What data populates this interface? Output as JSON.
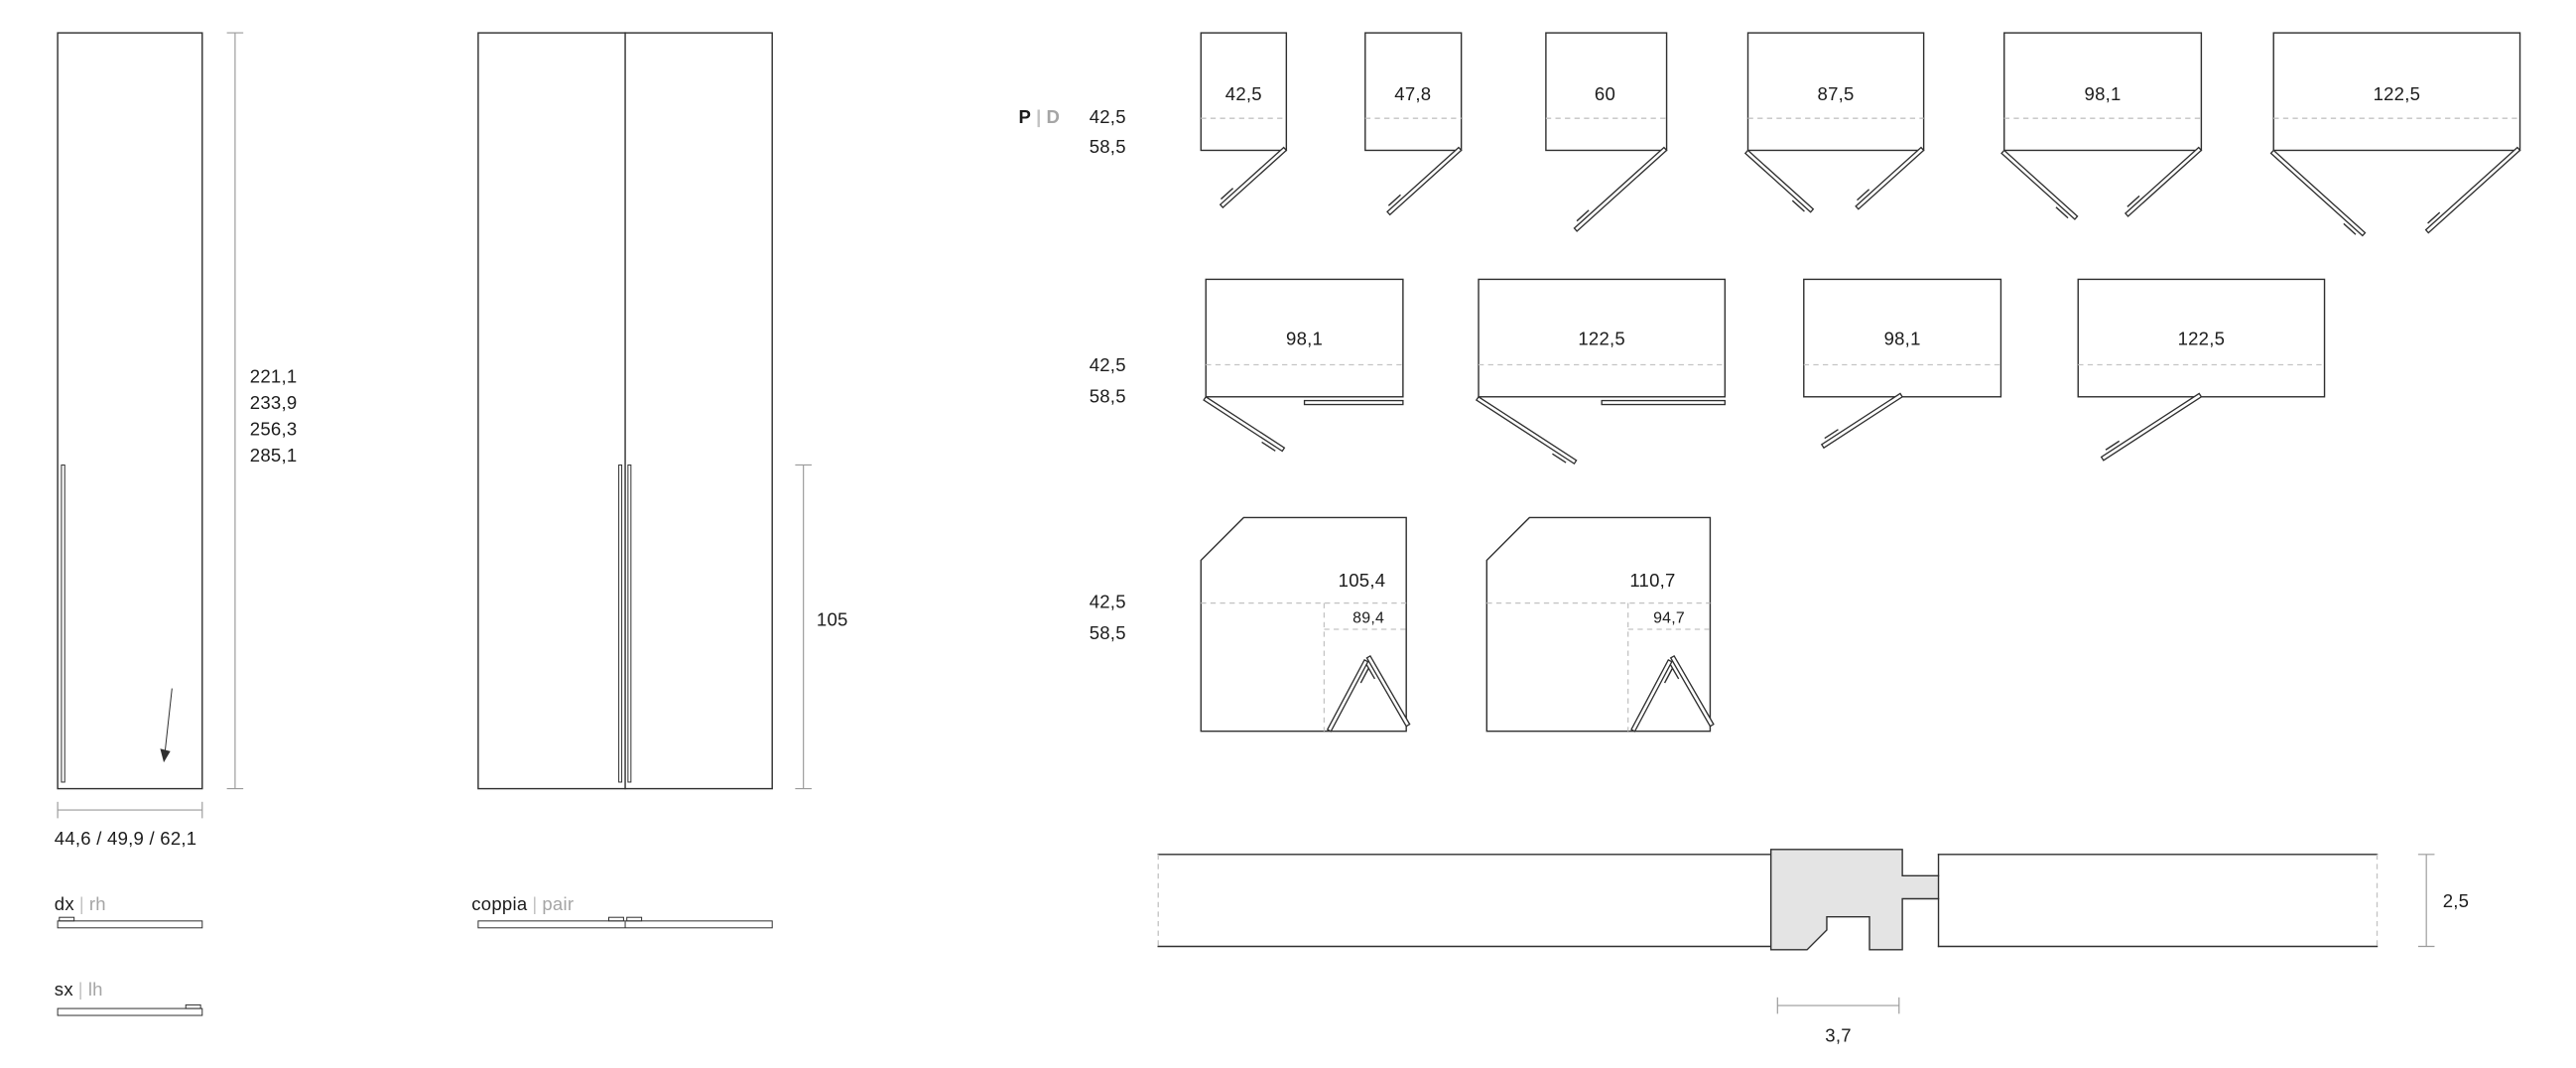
{
  "title": "wardrobe-doors-technical-sheet",
  "colors": {
    "line": "#2f2f2f",
    "dim_line": "#9a9a9a",
    "dashed": "#c4c4c4",
    "text": "#1c1c1c",
    "muted": "#a5a5a5",
    "profile_fill": "#e4e4e4",
    "background": "#ffffff"
  },
  "elevations": {
    "single": {
      "heights": [
        "221,1",
        "233,9",
        "256,3",
        "285,1"
      ],
      "widths": "44,6 / 49,9 / 62,1"
    },
    "pair": {
      "handle_height": "105"
    }
  },
  "legend": {
    "sep": "|",
    "dx": "dx",
    "rh": "rh",
    "sx": "sx",
    "lh": "lh",
    "coppia": "coppia",
    "pair": "pair"
  },
  "plans": {
    "header": {
      "p": "P",
      "sep": "|",
      "d": "D"
    },
    "depths": {
      "a": "42,5",
      "b": "58,5"
    },
    "row1_widths": [
      "42,5",
      "47,8",
      "60",
      "87,5",
      "98,1",
      "122,5"
    ],
    "row2_widths": [
      "98,1",
      "122,5",
      "98,1",
      "122,5"
    ],
    "corners": [
      {
        "width": "105,4",
        "inner": "89,4"
      },
      {
        "width": "110,7",
        "inner": "94,7"
      }
    ]
  },
  "section": {
    "thickness": "2,5",
    "profile_width": "3,7"
  }
}
